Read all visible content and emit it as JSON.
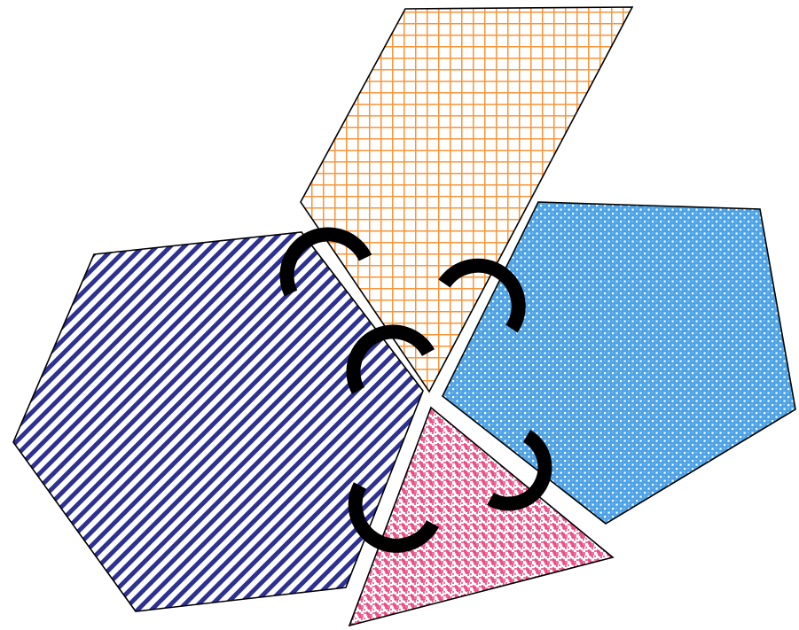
{
  "diagram": {
    "shapes": [
      {
        "id": "parallelogram",
        "fill_color": "#F7953A",
        "pattern": "grid"
      },
      {
        "id": "hexagon",
        "fill_color": "#2E3192",
        "pattern": "diagonal-stripes"
      },
      {
        "id": "pentagon",
        "fill_color": "#4EA3E6",
        "pattern": "dotted-diamond"
      },
      {
        "id": "triangle",
        "fill_color": "#E8457C",
        "pattern": "weave"
      }
    ],
    "hinge_color": "#000000",
    "hinge_count": 5
  }
}
